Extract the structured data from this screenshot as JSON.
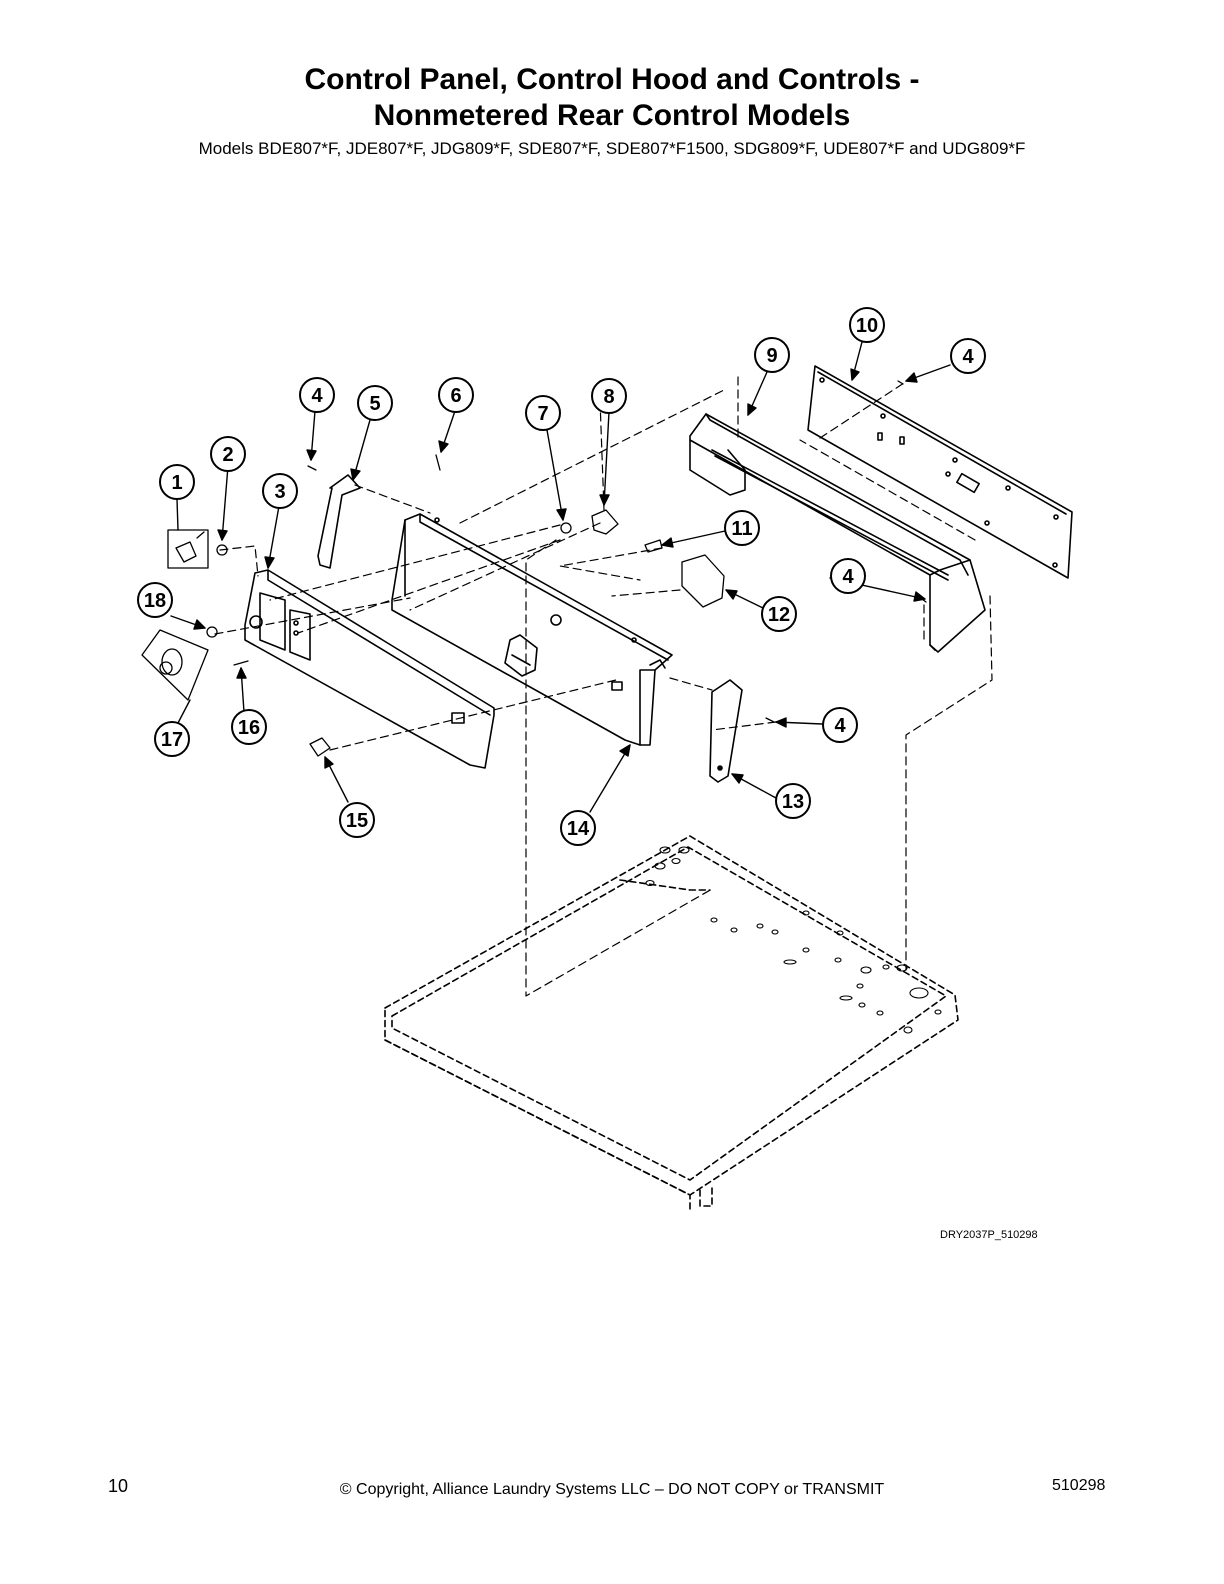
{
  "header": {
    "title_line1": "Control Panel, Control Hood and Controls -",
    "title_line2": "Nonmetered Rear Control Models",
    "subtitle": "Models BDE807*F, JDE807*F, JDG809*F, SDE807*F, SDE807*F1500, SDG809*F, UDE807*F and UDG809*F"
  },
  "diagram": {
    "callouts": [
      "1",
      "2",
      "3",
      "4",
      "5",
      "6",
      "7",
      "8",
      "9",
      "10",
      "4",
      "11",
      "4",
      "12",
      "4",
      "13",
      "14",
      "15",
      "16",
      "17",
      "18"
    ],
    "drawing_code": "DRY2037P_510298"
  },
  "footer": {
    "page_number": "10",
    "copyright": "© Copyright, Alliance Laundry Systems LLC – DO NOT COPY or TRANSMIT",
    "document_number": "510298"
  }
}
